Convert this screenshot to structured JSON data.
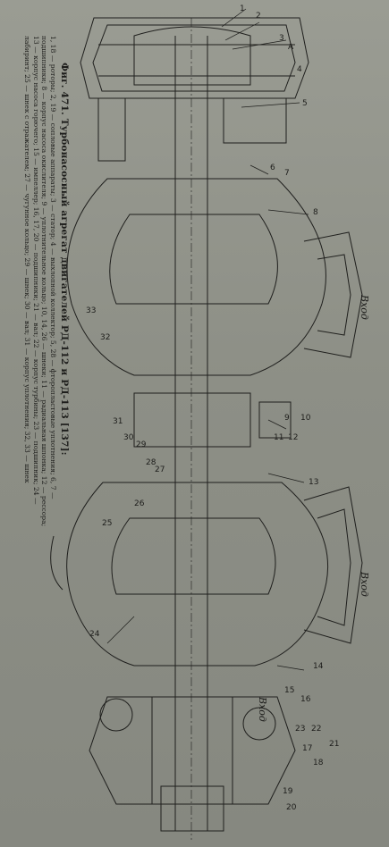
{
  "caption": {
    "title": "Фиг. 471. Турбонасосный агрегат двигателей РД-112 и РД-113 [137]:",
    "body": "1, 18 — роторы; 2, 19 — сопловые аппараты; 3 — статор; 4 — выхлопной коллектор; 5, 28 — фторопластовые уплотнения; 6, 7 — подшипники; 8 — корпус насоса окислителя; 9 — уплотнительное кольцо; 10, 14, 26 — шнеки; 11 — радиальная шпонка; 12 — рессора; 13 — корпус насоса горючего; 15 — импеллер; 16, 17, 20 — подшипники; 21 — вал; 22 — корпус турбины; 23 — подшипник; 24 — лабиринт; 25 — шнек с отражателем; 27 — чугунное кольцо; 29 — шнек; 30 — вал; 31 — корпус уплотнения; 32, 33 — шнек"
  },
  "inlets": [
    "Вход",
    "Вход",
    "Вход"
  ],
  "callouts": [
    "1",
    "2",
    "3",
    "А",
    "4",
    "5",
    "6",
    "7",
    "8",
    "9",
    "10",
    "11",
    "12",
    "13",
    "14",
    "15",
    "16",
    "17",
    "18",
    "19",
    "20",
    "21",
    "22",
    "23",
    "24",
    "25",
    "26",
    "27",
    "28",
    "29",
    "30",
    "31",
    "32",
    "33"
  ],
  "colors": {
    "paper": "#8f9189",
    "ink": "#1d1d1b"
  }
}
